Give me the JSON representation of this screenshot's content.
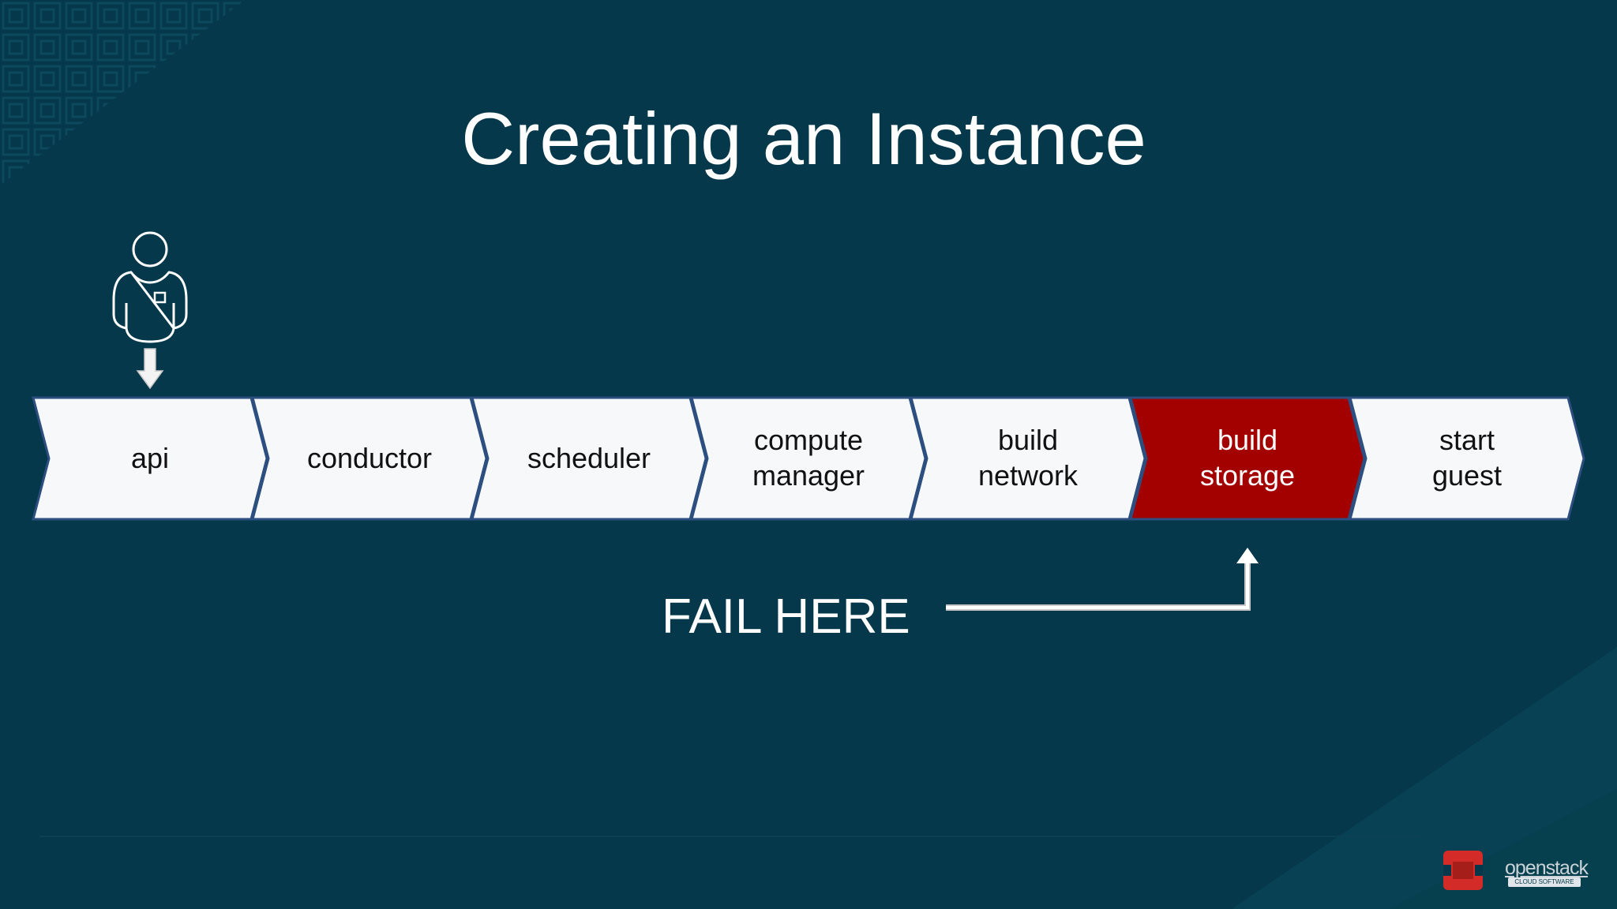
{
  "slide": {
    "title": "Creating an Instance",
    "fail_label": "FAIL HERE",
    "logo": {
      "name": "openstack",
      "tagline": "CLOUD SOFTWARE"
    }
  },
  "steps": [
    {
      "label": "api",
      "state": "normal"
    },
    {
      "label": "conductor",
      "state": "normal"
    },
    {
      "label": "scheduler",
      "state": "normal"
    },
    {
      "label": "compute\nmanager",
      "state": "normal"
    },
    {
      "label": "build\nnetwork",
      "state": "normal"
    },
    {
      "label": "build\nstorage",
      "state": "failed"
    },
    {
      "label": "start\nguest",
      "state": "normal"
    }
  ],
  "colors": {
    "background": "#05384a",
    "step_fill": "#f7f8fa",
    "step_border": "#2c4f80",
    "failed_fill": "#a30000",
    "accent": "#ffffff",
    "logo_red": "#d32b27"
  },
  "icons": [
    "user-icon",
    "down-arrow-icon",
    "fail-pointer-arrow-icon",
    "openstack-logo-icon"
  ]
}
